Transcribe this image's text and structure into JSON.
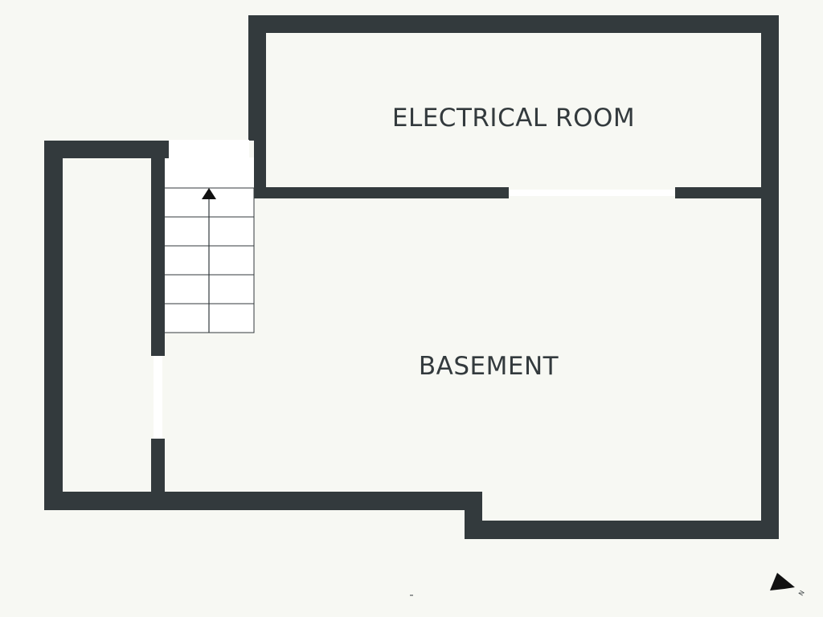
{
  "plan": {
    "background_color": "#f7f8f3",
    "wall_color": "#333a3d",
    "stair_color": "#ffffff"
  },
  "rooms": {
    "electrical": {
      "label": "ELECTRICAL ROOM"
    },
    "basement": {
      "label": "BASEMENT"
    }
  },
  "stairs": {
    "direction": "up",
    "step_count": 5
  },
  "compass": {
    "icon": "north-arrow-icon",
    "letter": "N"
  }
}
